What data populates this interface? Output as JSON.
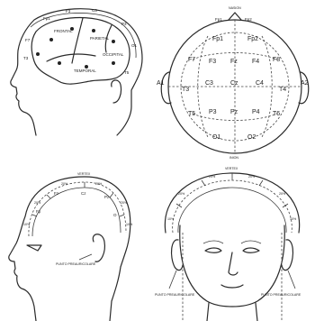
{
  "panel_side_brain": {
    "labels": [
      "Fp1",
      "F3",
      "C3",
      "P3",
      "O1",
      "T3",
      "T5",
      "F7"
    ],
    "lobes": [
      "FRONTAL",
      "PARIETAL",
      "TEMPORAL",
      "OCCIPITAL"
    ]
  },
  "panel_top_view": {
    "labels": {
      "fp1": "Fp1",
      "fp2": "Fp2",
      "f7": "F7",
      "f3": "F3",
      "fz": "Fz",
      "f4": "F4",
      "f8": "F8",
      "a1": "A1",
      "t3": "T3",
      "c3": "C3",
      "cz": "Cz",
      "c4": "C4",
      "t4": "T4",
      "a2": "A2",
      "t5": "T5",
      "p3": "P3",
      "pz": "Pz",
      "p4": "P4",
      "t6": "T6",
      "o1": "O1",
      "o2": "O2"
    },
    "nasion_label": "NASION",
    "inion_label": "INION"
  },
  "panel_side_measure": {
    "vertex_label": "VERTEX",
    "percent_labels": [
      "10%",
      "20%",
      "20%",
      "20%",
      "20%",
      "10%"
    ],
    "electrode_labels": [
      "Fp",
      "Fz",
      "Cz",
      "Pz",
      "O"
    ],
    "preauricular_label": "PUNTO PREAURICOLARE"
  },
  "panel_front_measure": {
    "top_label": "VERTEX",
    "percent_labels": [
      "20%",
      "20%",
      "20%",
      "20%",
      "10%",
      "10%"
    ],
    "left_ref_label": "PUNTO PREAURICOLARE",
    "right_ref_label": "PUNTO PREAURICOLARE"
  }
}
